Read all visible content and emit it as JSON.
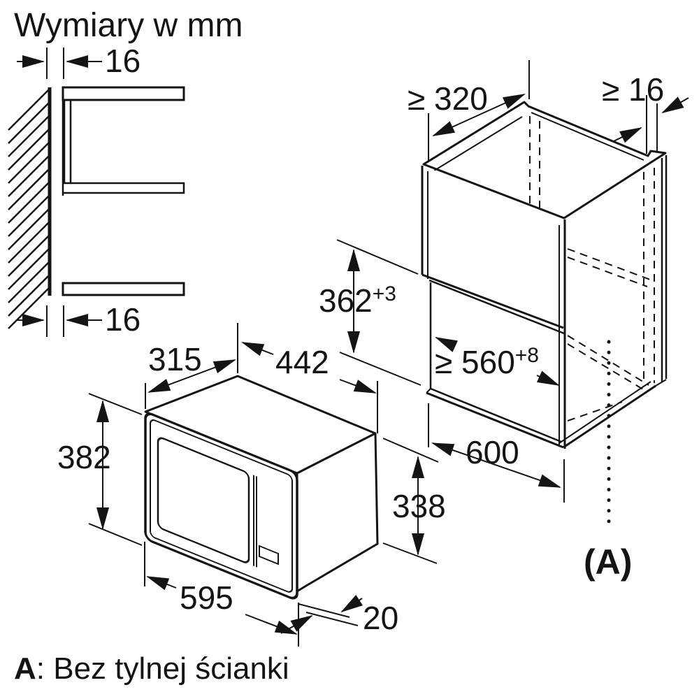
{
  "title": "Wymiary w mm",
  "footnote": {
    "label": "A",
    "text": ": Bez tylnej ścianki"
  },
  "wall_detail": {
    "gap_top": "16",
    "gap_bottom": "16"
  },
  "microwave": {
    "depth": "315",
    "body_width": "442",
    "height": "382",
    "front_width": "595",
    "front_overhang": "20"
  },
  "cabinet": {
    "top_depth": "≥ 320",
    "rear_gap": "≥ 16",
    "niche_height": "362",
    "niche_height_tolerance": "+3",
    "niche_width": "≥ 560",
    "niche_width_tolerance": "+8",
    "width": "600",
    "lower_height": "338",
    "note_marker": "(A)"
  },
  "colors": {
    "line": "#141414",
    "background": "#ffffff"
  }
}
